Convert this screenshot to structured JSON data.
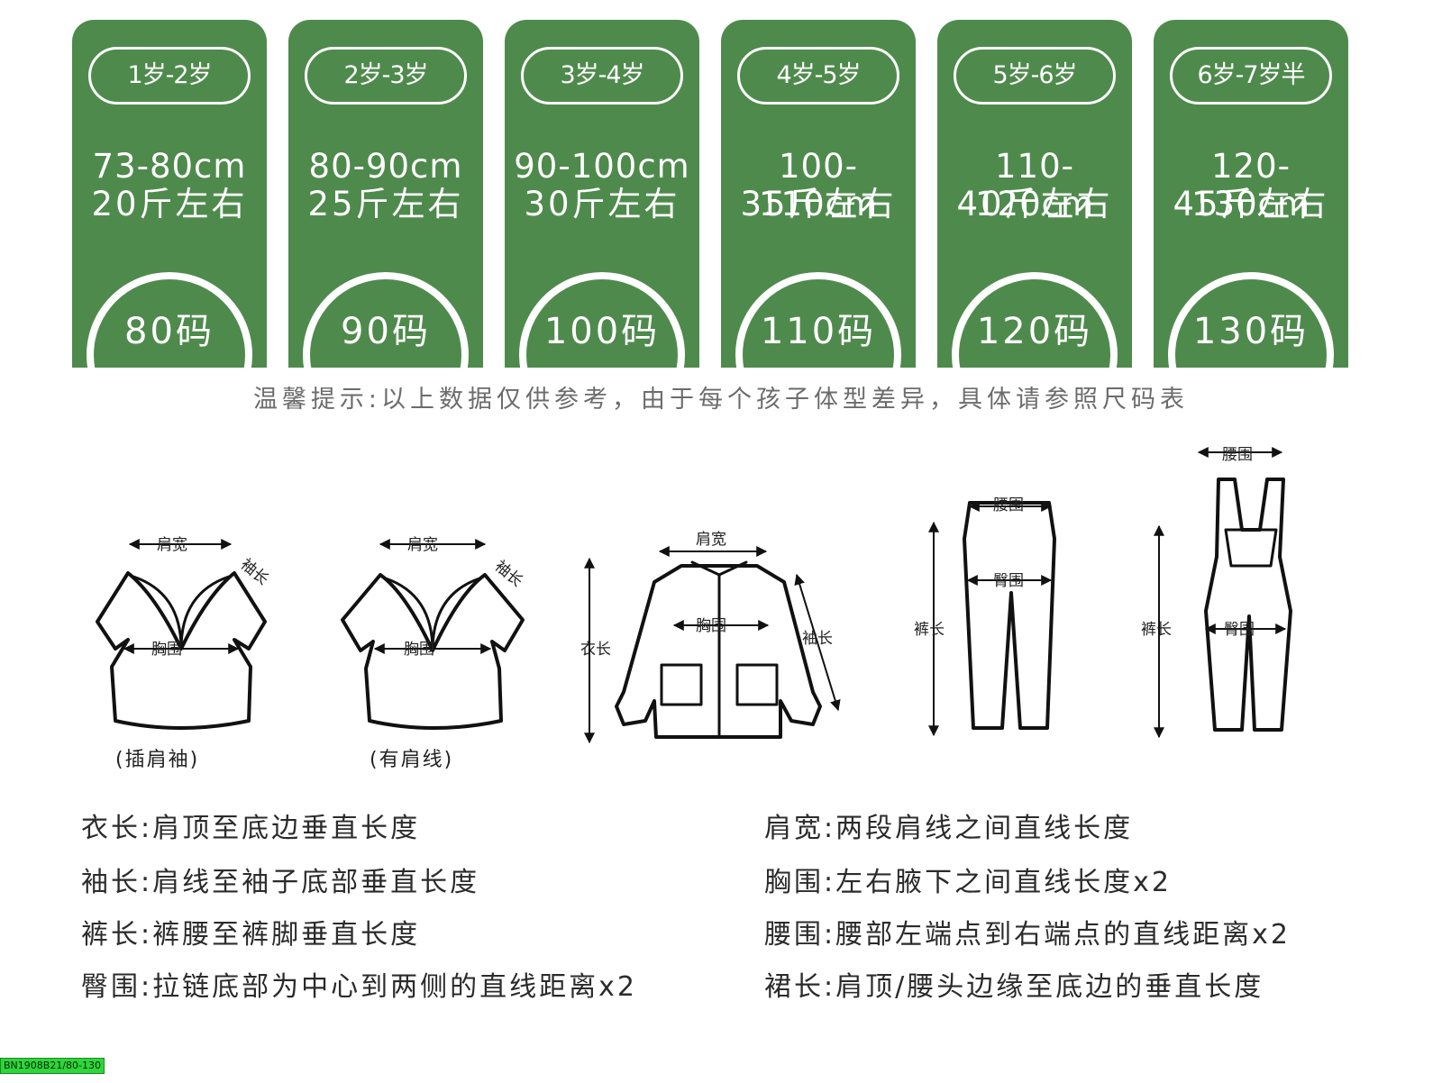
{
  "cards": [
    {
      "age": "1岁-2岁",
      "height": "73-80cm",
      "weight": "20斤左右",
      "code": "80码"
    },
    {
      "age": "2岁-3岁",
      "height": "80-90cm",
      "weight": "25斤左右",
      "code": "90码"
    },
    {
      "age": "3岁-4岁",
      "height": "90-100cm",
      "weight": "30斤左右",
      "code": "100码"
    },
    {
      "age": "4岁-5岁",
      "height": "100-110cm",
      "weight": "35斤左右",
      "code": "110码"
    },
    {
      "age": "5岁-6岁",
      "height": "110-120cm",
      "weight": "40斤左右",
      "code": "120码"
    },
    {
      "age": "6岁-7岁半",
      "height": "120-130cm",
      "weight": "45斤左右",
      "code": "130码"
    }
  ],
  "tip": "温馨提示:以上数据仅供参考，由于每个孩子体型差异，具体请参照尺码表",
  "diagram_labels": {
    "shoulder": "肩宽",
    "sleeve": "袖长",
    "chest": "胸围",
    "length": "衣长",
    "waist": "腰围",
    "hip": "臀围",
    "pants_length": "裤长",
    "caption_raglan": "(插肩袖)",
    "caption_seam": "(有肩线)"
  },
  "definitions": {
    "left": [
      "衣长:肩顶至底边垂直长度",
      "袖长:肩线至袖子底部垂直长度",
      "裤长:裤腰至裤脚垂直长度",
      "臀围:拉链底部为中心到两侧的直线距离x2"
    ],
    "right": [
      "肩宽:两段肩线之间直线长度",
      "胸围:左右腋下之间直线长度x2",
      "腰围:腰部左端点到右端点的直线距离x2",
      "裙长:肩顶/腰头边缘至底边的垂直长度"
    ]
  },
  "product_code": "BN1908B21/80-130",
  "colors": {
    "card_green": "#4f8a4d",
    "tag_green": "#2fd53a"
  }
}
